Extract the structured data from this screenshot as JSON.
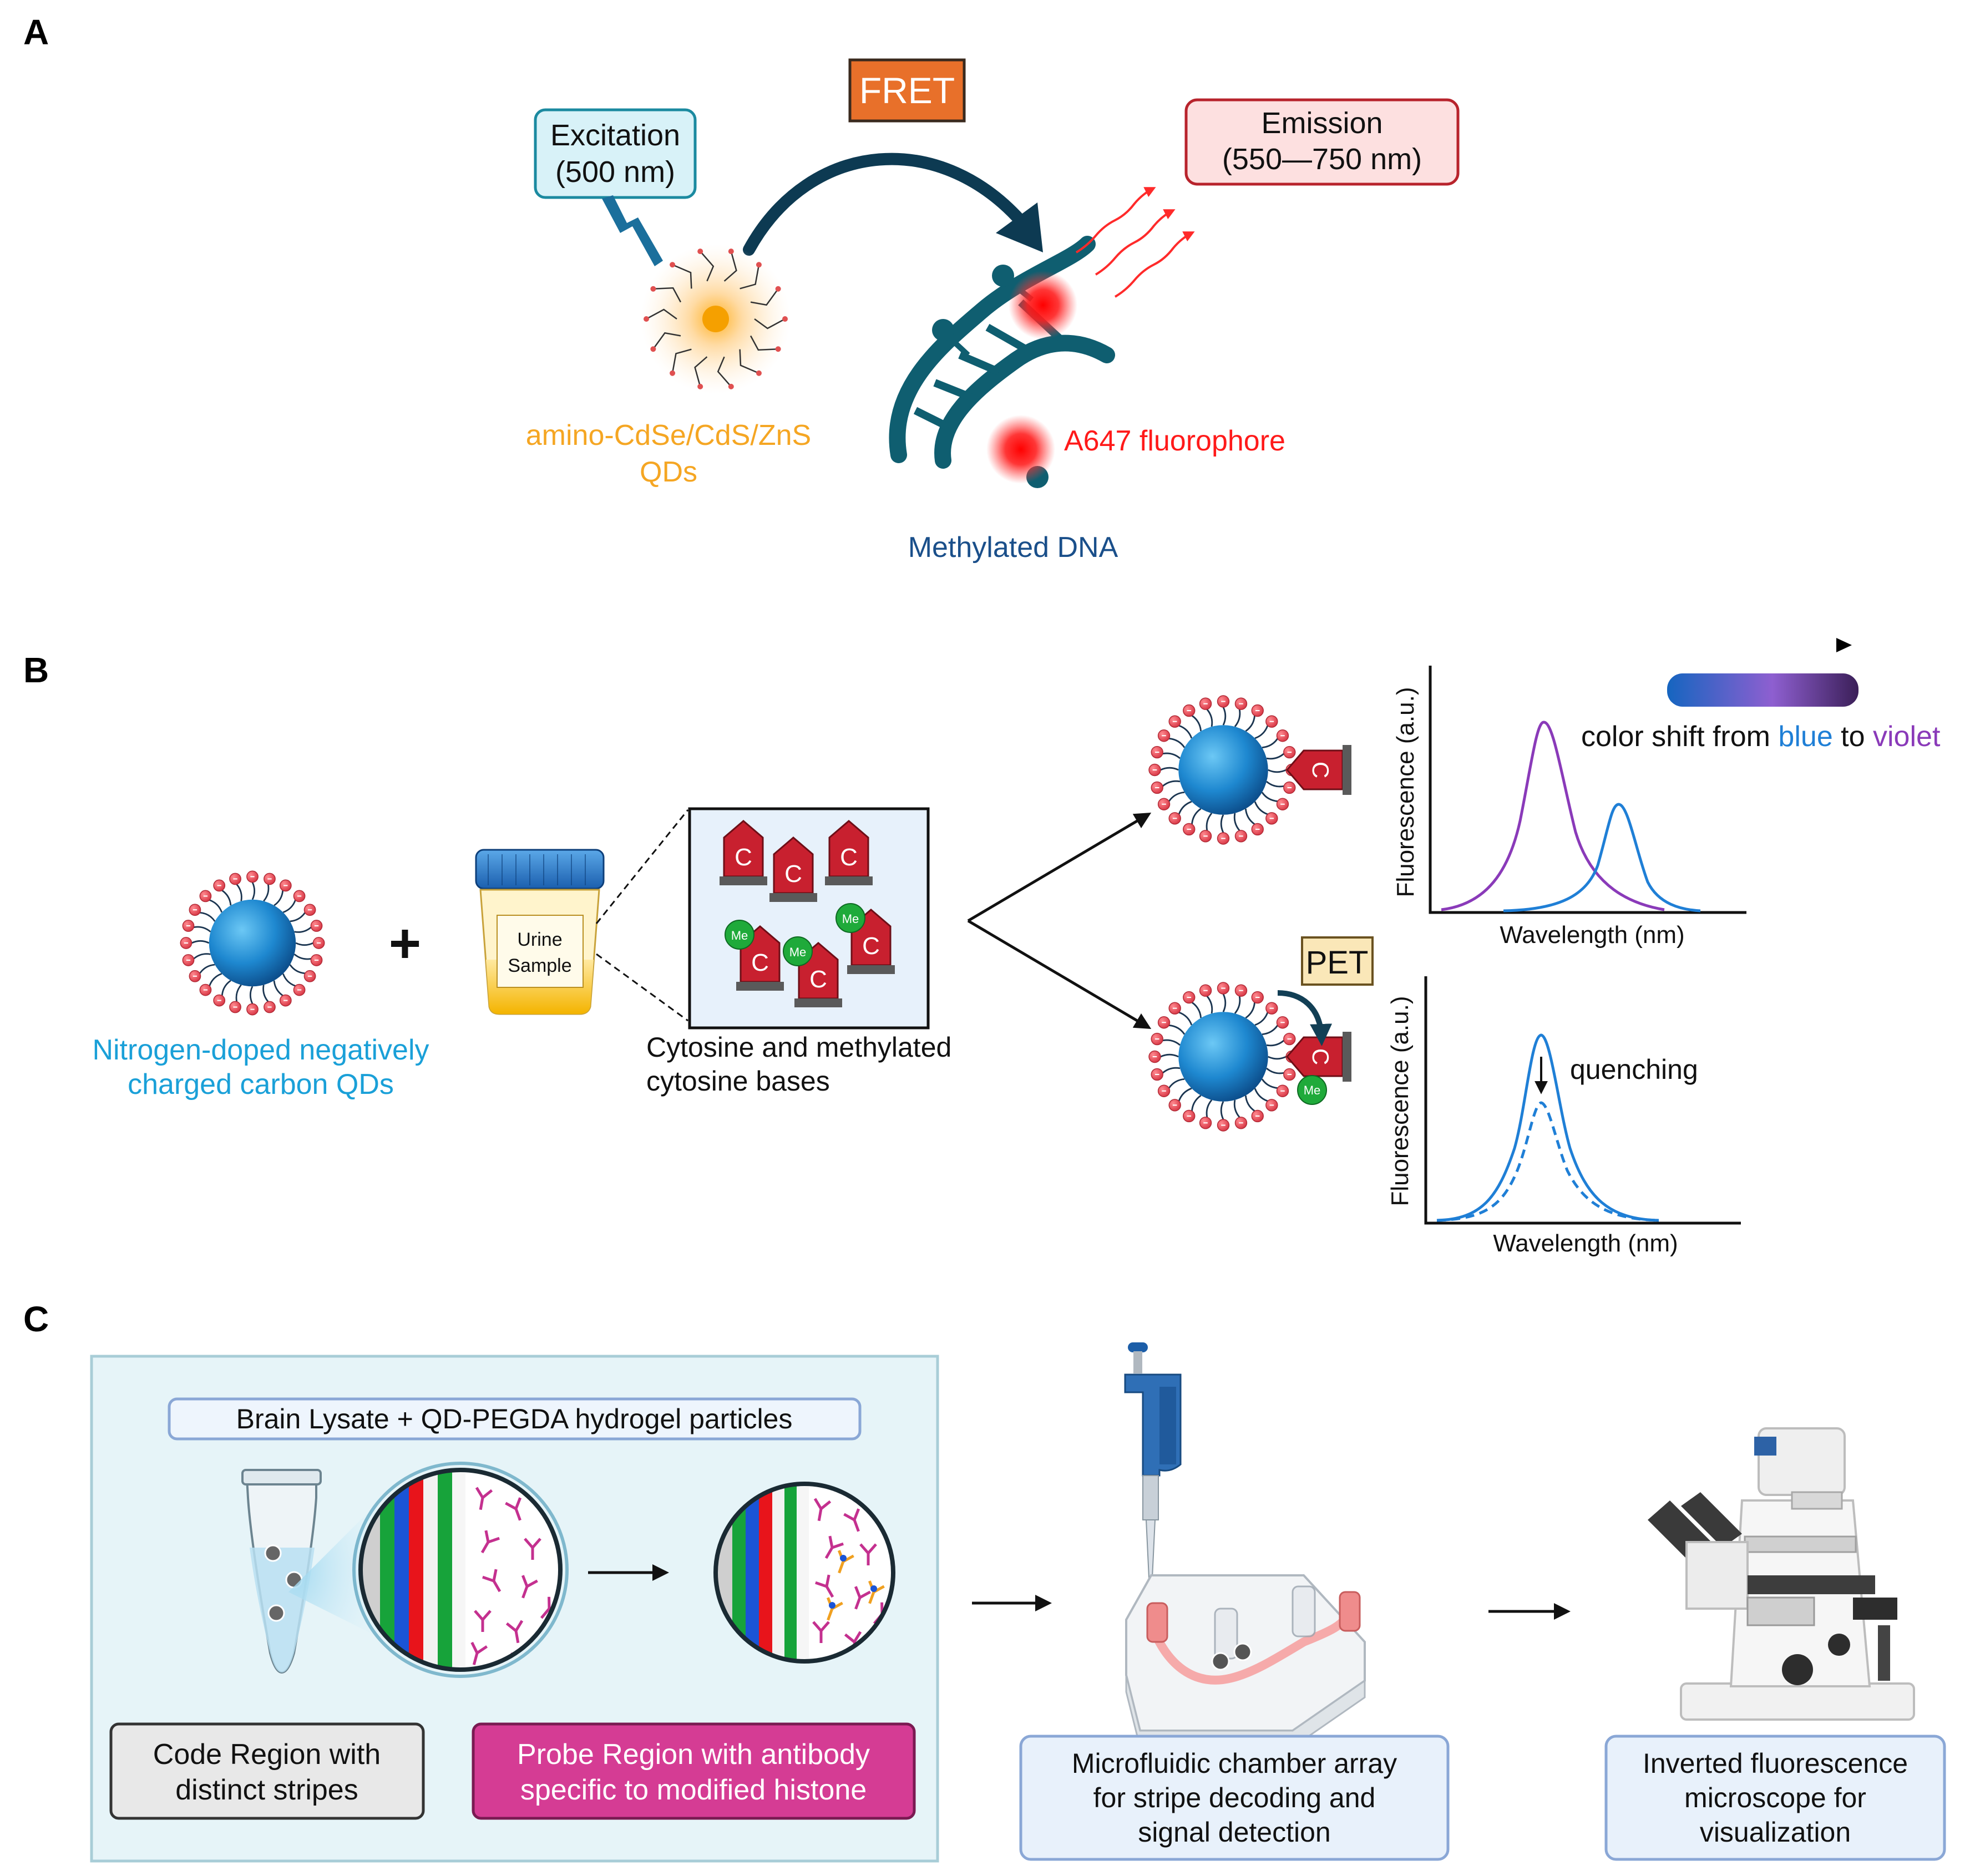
{
  "panels": {
    "a": {
      "letter": "A",
      "fret_label": "FRET",
      "excitation_line1": "Excitation",
      "excitation_line2": "(500 nm)",
      "emission_line1": "Emission",
      "emission_line2": "(550—750 nm)",
      "qd_line1": "amino-CdSe/CdS/ZnS",
      "qd_line2": "QDs",
      "fluorophore_label": "A647 fluorophore",
      "dna_label": "Methylated DNA"
    },
    "b": {
      "letter": "B",
      "cqd_line1": "Nitrogen-doped negatively",
      "cqd_line2": "charged carbon QDs",
      "plus": "+",
      "urine_line1": "Urine",
      "urine_line2": "Sample",
      "bases_line1": "Cytosine and methylated",
      "bases_line2": "cytosine bases",
      "base_letter": "C",
      "methyl_tag": "Me",
      "pet_label": "PET",
      "quenching_label": "quenching",
      "color_shift_prefix": "color shift from ",
      "color_shift_blue": "blue",
      "color_shift_mid": " to ",
      "color_shift_violet": "violet",
      "plot1_ylabel": "Fluorescence (a.u.)",
      "plot1_xlabel": "Wavelength (nm)",
      "plot2_ylabel": "Fluorescence (a.u.)",
      "plot2_xlabel": "Wavelength (nm)"
    },
    "c": {
      "letter": "C",
      "lysate_label": "Brain Lysate + QD-PEGDA hydrogel particles",
      "code_line1": "Code Region with",
      "code_line2": "distinct stripes",
      "probe_line1": "Probe Region with antibody",
      "probe_line2": "specific to modified histone",
      "chip_line1": "Microfluidic chamber array",
      "chip_line2": "for stripe decoding and",
      "chip_line3": "signal detection",
      "scope_line1": "Inverted fluorescence",
      "scope_line2": "microscope for",
      "scope_line3": "visualization"
    }
  },
  "colors": {
    "fret_box": "#e8702a",
    "excitation_box": "#d8f2f8",
    "emission_box": "#fde0e0",
    "qd_text": "#f5a623",
    "fluorophore_text": "#ff1a1a",
    "dna_text": "#1a4f8a",
    "dna_strand": "#0f5e70",
    "cqd_text": "#1aa0d8",
    "cqd_core": "#1e88d0",
    "bead": "#e84a5a",
    "cytosine": "#c8202f",
    "methyl": "#1faa3a",
    "blue_series": "#1f7fd6",
    "violet_series": "#8a3ab9",
    "panel_c_bg": "#e6f4f8",
    "probe_box": "#d53c94",
    "code_box": "#e8e8e8",
    "info_box": "#e8f1fb"
  }
}
